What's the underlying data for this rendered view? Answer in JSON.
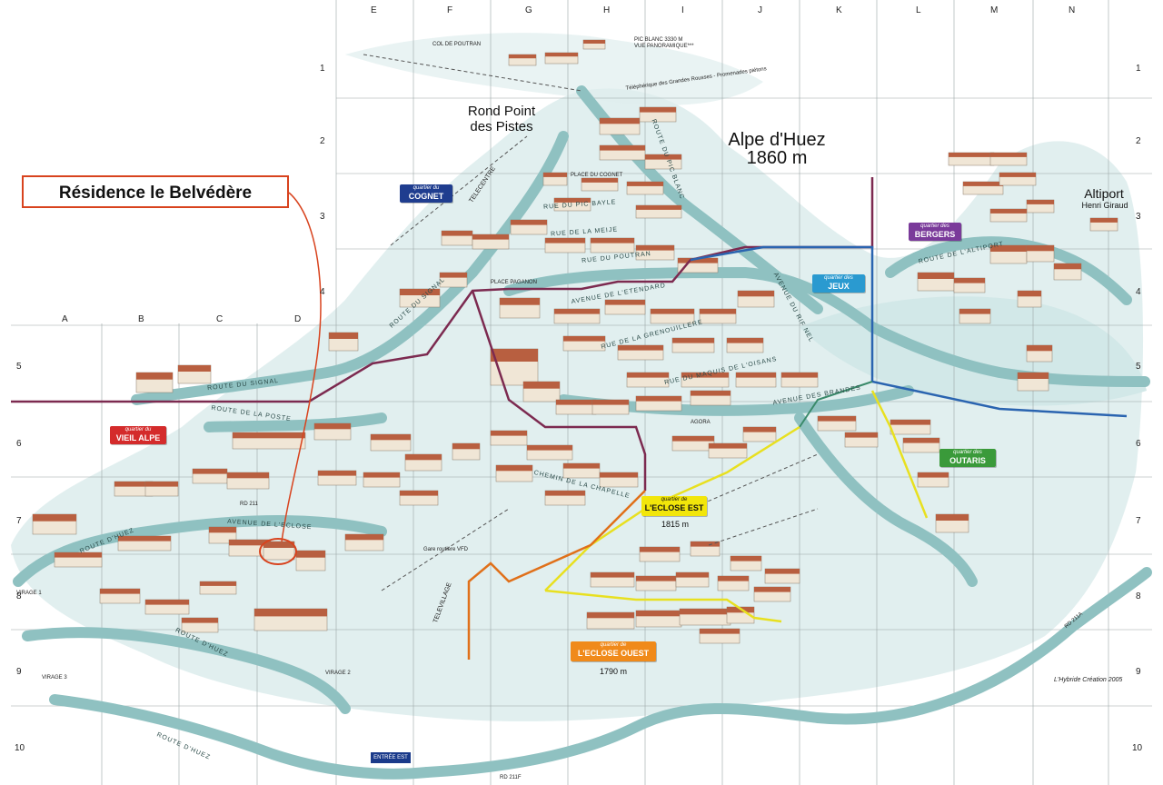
{
  "top_columns": [
    "E",
    "F",
    "G",
    "H",
    "I",
    "J",
    "K",
    "L",
    "M",
    "N"
  ],
  "left_columns": [
    "A",
    "B",
    "C",
    "D"
  ],
  "rows_right": [
    "1",
    "2",
    "3",
    "4",
    "5",
    "6",
    "7",
    "8",
    "9",
    "10"
  ],
  "rows_left": [
    "5",
    "6",
    "7",
    "8",
    "9",
    "10"
  ],
  "town": {
    "name": "Alpe d'Huez",
    "altitude": "1860 m"
  },
  "rond_point": {
    "line1": "Rond Point",
    "line2": "des Pistes"
  },
  "altiport": {
    "name": "Altiport",
    "sub": "Henri Giraud"
  },
  "callout": {
    "label": "Résidence le Belvédère"
  },
  "quarters": [
    {
      "key": "cognet",
      "prefix": "quartier du",
      "name": "COGNET",
      "color": "#1f3d8f"
    },
    {
      "key": "vieil-alpe",
      "prefix": "quartier du",
      "name": "VIEIL ALPE",
      "color": "#d42b2b"
    },
    {
      "key": "bergers",
      "prefix": "quartier des",
      "name": "BERGERS",
      "color": "#7a3a9a"
    },
    {
      "key": "jeux",
      "prefix": "quartier des",
      "name": "JEUX",
      "color": "#2a9ad0"
    },
    {
      "key": "outaris",
      "prefix": "quartier des",
      "name": "OUTARIS",
      "color": "#3a9a3a"
    },
    {
      "key": "eclose-est",
      "prefix": "quartier de",
      "name": "L'ECLOSE EST",
      "color": "#f2e60a"
    },
    {
      "key": "eclose-ouest",
      "prefix": "quartier de",
      "name": "L'ECLOSE OUEST",
      "color": "#f08a1a"
    }
  ],
  "altitudes": {
    "eclose_est": "1815 m",
    "eclose_ouest": "1790 m"
  },
  "streets": {
    "route_du_signal": "ROUTE DU SIGNAL",
    "route_de_la_poste": "ROUTE DE LA POSTE",
    "avenue_eclose": "AVENUE DE L'ECLOSE",
    "route_huez": "ROUTE D'HUEZ",
    "route_altiport": "ROUTE DE L'ALTIPORT",
    "avenue_etendard": "AVENUE DE L'ETENDARD",
    "rue_grenouillere": "RUE DE LA GRENOUILLERE",
    "rue_maquis": "RUE DU MAQUIS DE L'OISANS",
    "avenue_brandes": "AVENUE DES BRANDES",
    "rue_pic_bayle": "RUE DU PIC BAYLE",
    "rue_meije": "RUE DE LA MEIJE",
    "rue_poutran": "RUE DU POUTRAN",
    "avenue_rif_nel": "AVENUE DU RIF NEL",
    "chemin_chapelle": "CHEMIN DE LA CHAPELLE",
    "route_pic_blanc": "ROUTE DU PIC BLANC"
  },
  "misc_labels": {
    "col_poutran": "COL DE POUTRAN",
    "pic_blanc": "PIC BLANC 3330 M",
    "vue": "VUE PANORAMIQUE***",
    "telepherique": "Téléphérique des Grandes Rousses - Promenades piétons",
    "place_cognet": "PLACE DU COGNET",
    "place_paganon": "PLACE PAGANON",
    "agora": "AGORA",
    "gare_routiere": "Gare routière VFD",
    "virage1": "VIRAGE 1",
    "virage2": "VIRAGE 2",
    "virage3": "VIRAGE 3",
    "rd211": "RD 211",
    "rd211a": "RD 211A",
    "rd211f": "RD 211F",
    "entree_est": "ENTRÉE EST",
    "televillage": "TELEVILLAGE",
    "telecentre": "TELECENTRE",
    "credit": "L'Hybride Création 2005"
  },
  "colors": {
    "snow": "#dfeeee",
    "road": "#8fc1c1",
    "roof": "#b85f40",
    "wall": "#f0e6d6",
    "vieil_alpe_line": "#7c2a50",
    "jeux_line": "#2a64b0",
    "outaris_line": "#3a8a6a",
    "eclose_est_line": "#e8e020",
    "eclose_ouest_line": "#e0701a",
    "callout_line": "#d8431e"
  }
}
